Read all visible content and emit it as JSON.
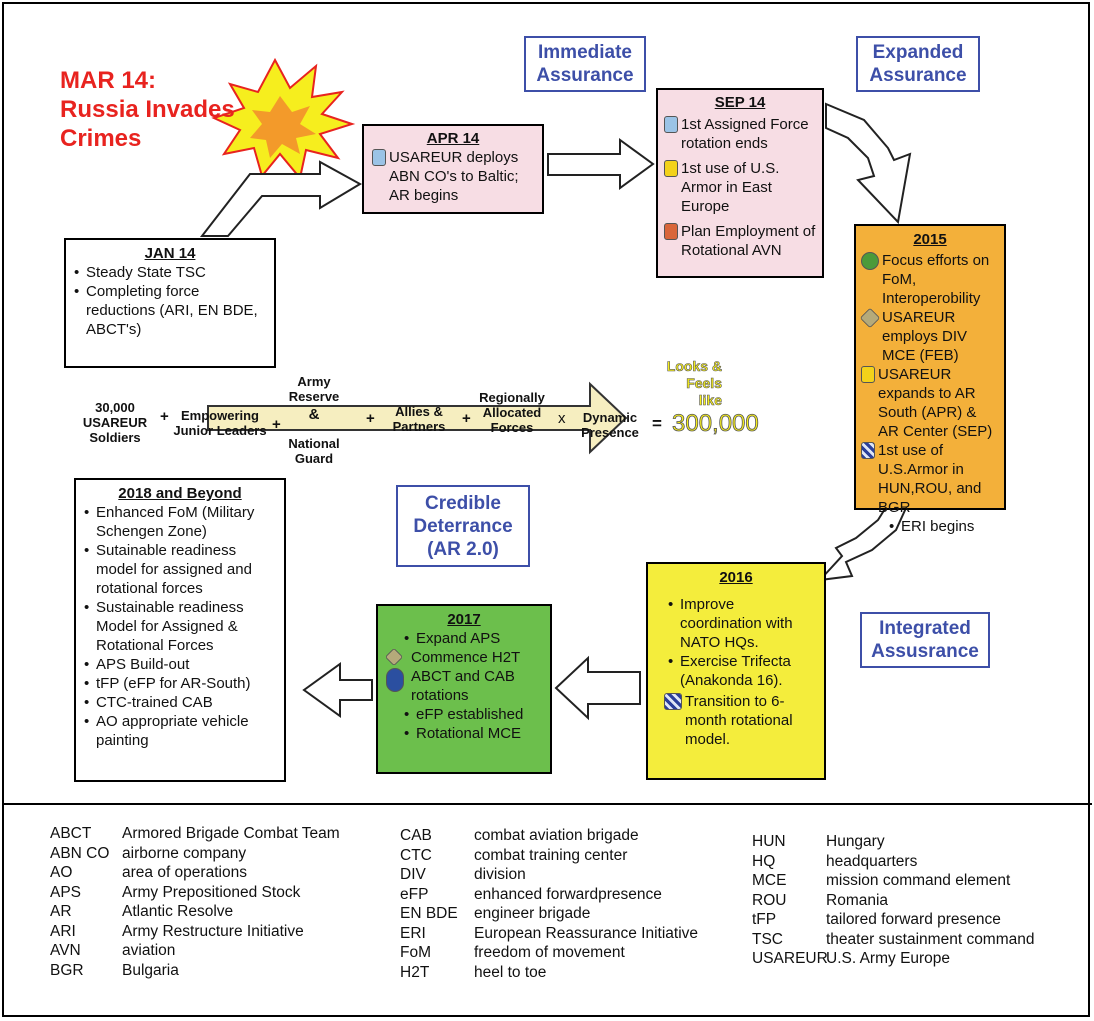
{
  "event_title": "MAR 14: Russia Invades Crimes",
  "phase_labels": {
    "immediate": [
      "Immediate",
      "Assurance"
    ],
    "expanded": [
      "Expanded",
      "Assurance"
    ],
    "credible": [
      "Credible",
      "Deterrance",
      "(AR 2.0)"
    ],
    "integrated": [
      "Integrated",
      "Assusrance"
    ]
  },
  "boxes": {
    "jan14": {
      "title": "JAN 14",
      "items": [
        "Steady State TSC",
        "Completing force reductions (ARI, EN BDE, ABCT's)"
      ]
    },
    "apr14": {
      "title": "APR 14",
      "text": "USAREUR deploys ABN CO's to Baltic; AR begins"
    },
    "sep14": {
      "title": "SEP 14",
      "rows": [
        "1st Assigned Force rotation ends",
        "1st use of U.S. Armor in East Europe",
        "Plan Employment of Rotational AVN"
      ]
    },
    "y2015": {
      "title": "2015",
      "rows": [
        "Focus efforts on FoM, Interoperobility",
        "USAREUR employs DIV MCE (FEB)",
        "USAREUR expands to AR South (APR) & AR Center (SEP)",
        "1st use of U.S.Armor in HUN,ROU, and BGR"
      ],
      "bullet": "ERI begins"
    },
    "y2016": {
      "title": "2016",
      "bullets": [
        "Improve coordination with NATO HQs.",
        "Exercise Trifecta (Anakonda 16)."
      ],
      "row": "Transition to 6-month rotational model."
    },
    "y2017": {
      "title": "2017",
      "bullets1": [
        "Expand APS"
      ],
      "row1": "Commence H2T",
      "row2": "ABCT and CAB rotations",
      "bullets2": [
        "eFP established",
        "Rotational MCE"
      ]
    },
    "y2018": {
      "title": "2018 and Beyond",
      "items": [
        "Enhanced FoM (Military Schengen Zone)",
        "Sutainable readiness model for assigned and rotational forces",
        "Sustainable readiness Model for Assigned & Rotational Forces",
        "APS Build-out",
        "tFP (eFP for AR-South)",
        "CTC-trained CAB",
        "AO appropriate vehicle painting"
      ]
    }
  },
  "equation": {
    "t1": "30,000",
    "t2": "USAREUR",
    "t3": "Soldiers",
    "op1": "+",
    "t4": "Empowering",
    "t5": "Junior Leaders",
    "op2": "+",
    "t6": "Army",
    "t7": "Reserve",
    "t8": "&",
    "t9": "National",
    "t10": "Guard",
    "op3": "+",
    "t11": "Allies &",
    "t12": "Partners",
    "op4": "+",
    "t13": "Regionally",
    "t14": "Allocated",
    "t15": "Forces",
    "op5": "x",
    "t16": "Dynamic",
    "t17": "Presence",
    "op6": "=",
    "result": "300,000",
    "looks1": "Looks &",
    "looks2": "Feels",
    "looks3": "like"
  },
  "legend": {
    "col1": [
      [
        "ABCT",
        "Armored Brigade Combat Team"
      ],
      [
        "ABN CO",
        "airborne company"
      ],
      [
        "AO",
        "area of operations"
      ],
      [
        "APS",
        "Army Prepositioned Stock"
      ],
      [
        "AR",
        "Atlantic Resolve"
      ],
      [
        "ARI",
        "Army Restructure Initiative"
      ],
      [
        "AVN",
        "aviation"
      ],
      [
        "BGR",
        "Bulgaria"
      ]
    ],
    "col2": [
      [
        "CAB",
        "combat aviation brigade"
      ],
      [
        "CTC",
        "combat training center"
      ],
      [
        "DIV",
        "division"
      ],
      [
        "eFP",
        "enhanced forwardpresence"
      ],
      [
        "EN BDE",
        "engineer brigade"
      ],
      [
        "ERI",
        "European Reassurance Initiative"
      ],
      [
        "FoM",
        "freedom of movement"
      ],
      [
        "H2T",
        "heel to toe"
      ]
    ],
    "col3": [
      [
        "HUN",
        "Hungary"
      ],
      [
        "HQ",
        "headquarters"
      ],
      [
        "MCE",
        "mission command element"
      ],
      [
        "ROU",
        "Romania"
      ],
      [
        "tFP",
        "tailored forward presence"
      ],
      [
        "TSC",
        "theater sustainment command"
      ],
      [
        "USAREUR",
        "U.S. Army Europe"
      ]
    ]
  },
  "colors": {
    "event_red": "#e8231f",
    "phase_blue": "#3d4fa8",
    "pink_box": "#f7dde4",
    "orange_box": "#f3b03a",
    "yellow_box": "#f4ed3c",
    "green_box": "#6cbf4c",
    "equation_arrow": "#f6eec0",
    "result_yellow": "#f6ee1e"
  }
}
